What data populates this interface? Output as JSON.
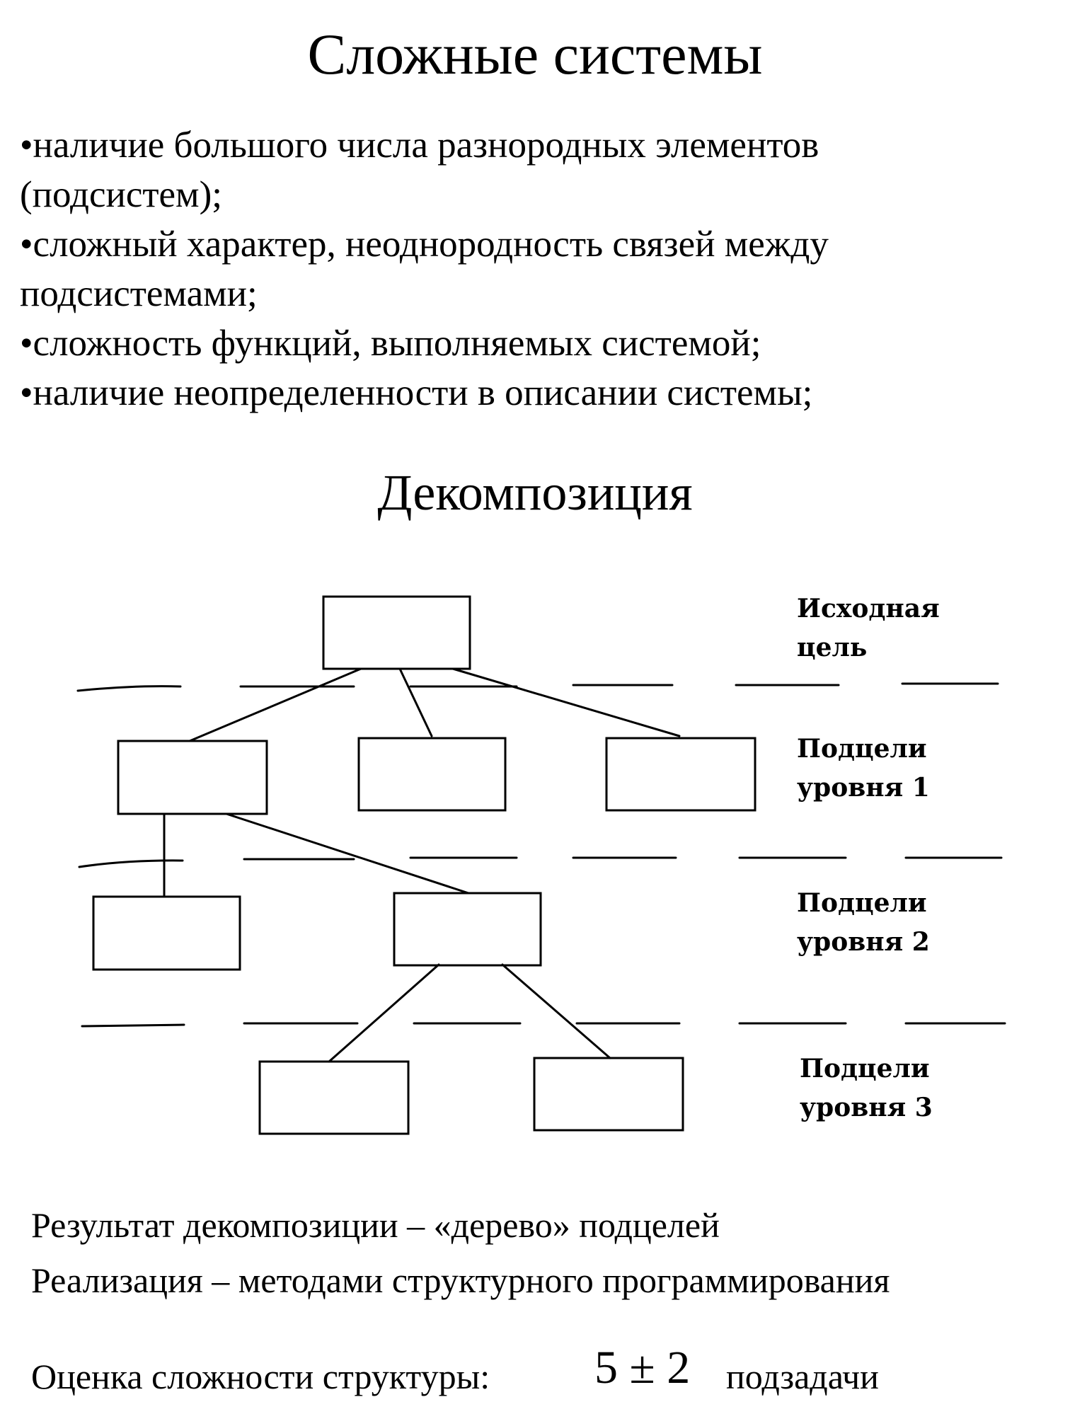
{
  "title": "Сложные системы",
  "bullets": [
    "•наличие большого числа разнородных элементов",
    "(подсистем);",
    "•сложный характер, неоднородность связей между",
    "подсистемами;",
    "•сложность функций, выполняемых системой;",
    "•наличие неопределенности в описании системы;"
  ],
  "decomposition": {
    "title": "Декомпозиция",
    "levels": [
      [
        "Исходная",
        "цель"
      ],
      [
        "Подцели",
        "уровня 1"
      ],
      [
        "Подцели",
        "уровня 2"
      ],
      [
        "Подцели",
        "уровня 3"
      ]
    ]
  },
  "summary": {
    "result": "Результат декомпозиции – «дерево» подцелей",
    "implementation": "Реализация – методами структурного программирования",
    "estimate_label": "Оценка сложности структуры:",
    "estimate_value": "5 ± 2",
    "estimate_unit": "подзадачи"
  }
}
